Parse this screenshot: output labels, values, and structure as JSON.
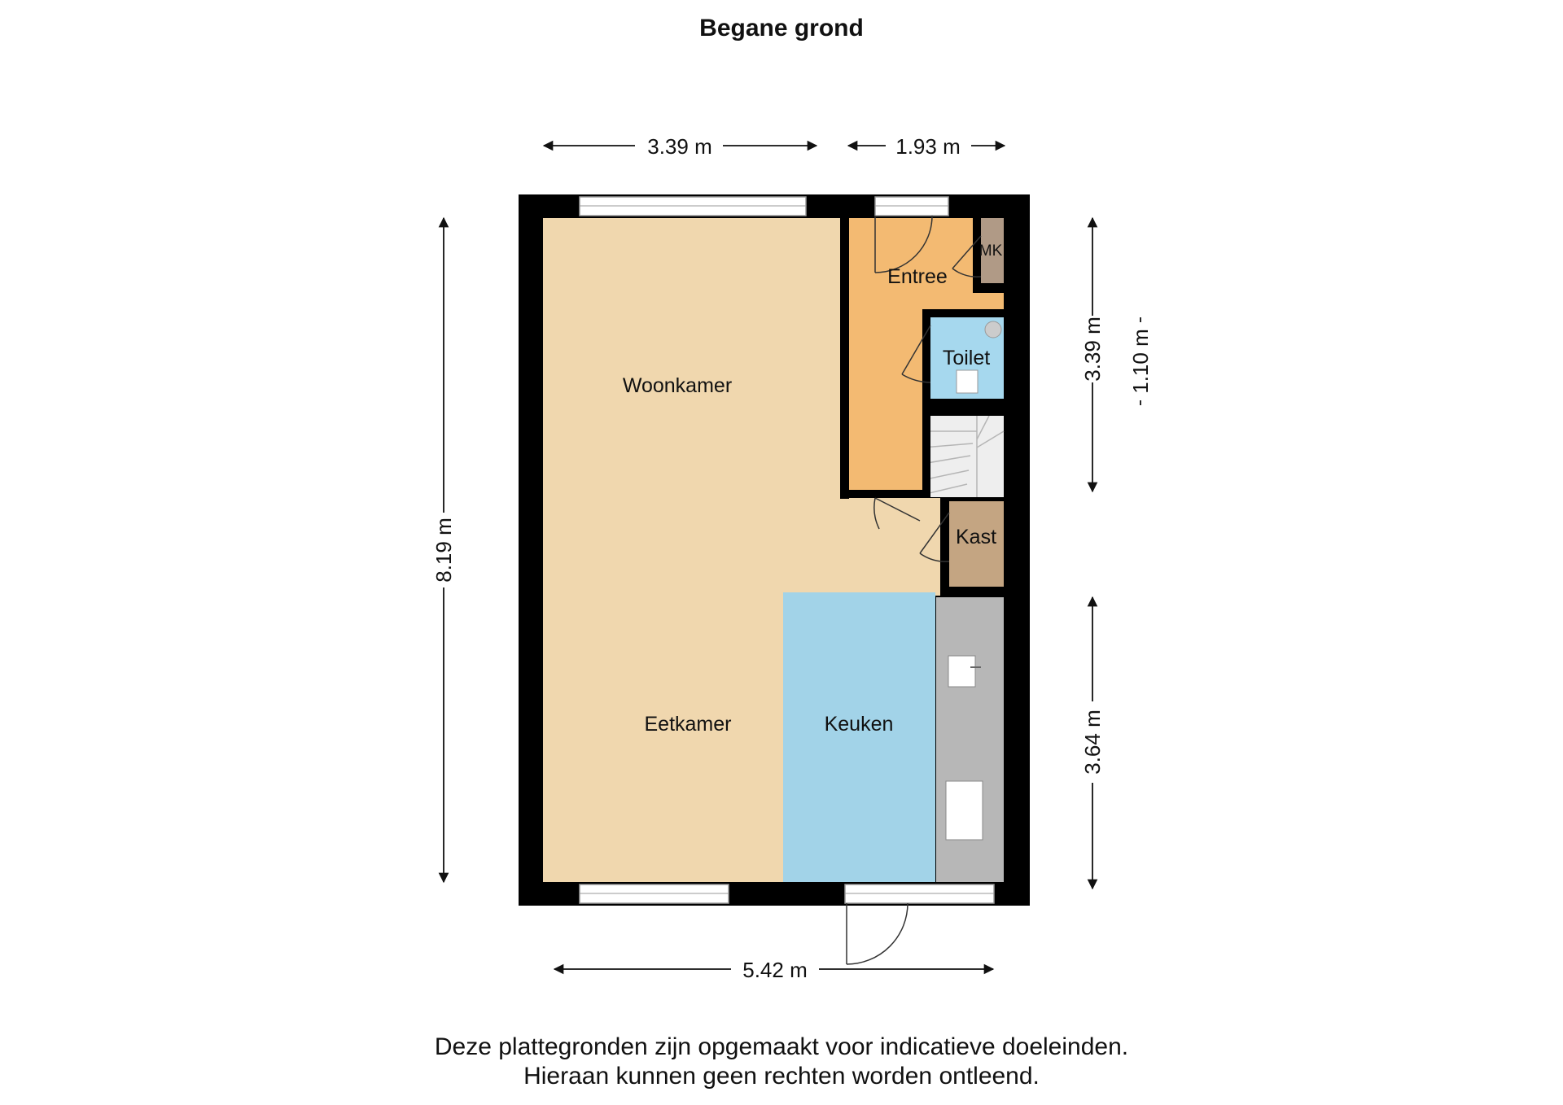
{
  "floor_title": "Begane grond",
  "rooms": {
    "woonkamer": "Woonkamer",
    "eetkamer": "Eetkamer",
    "keuken": "Keuken",
    "entree": "Entree",
    "toilet": "Toilet",
    "kast": "Kast",
    "mk": "MK"
  },
  "dimensions": {
    "top_left_width": "3.39 m",
    "top_right_width": "1.93 m",
    "bottom_width": "5.42 m",
    "left_height": "8.19 m",
    "right_upper_height": "3.39 m",
    "right_lower_height": "3.64 m",
    "right_small": "1.10 m"
  },
  "disclaimer": {
    "line1": "Deze plattegronden zijn opgemaakt voor indicatieve doeleinden.",
    "line2": "Hieraan kunnen geen rechten worden ontleend."
  },
  "colors": {
    "living": "#f0d7ae",
    "entree": "#f3ba72",
    "kitchen": "#a2d3e8",
    "toilet": "#a6d8ee",
    "kast": "#c4a582",
    "counter": "#b7b7b7",
    "wall": "#000000"
  }
}
